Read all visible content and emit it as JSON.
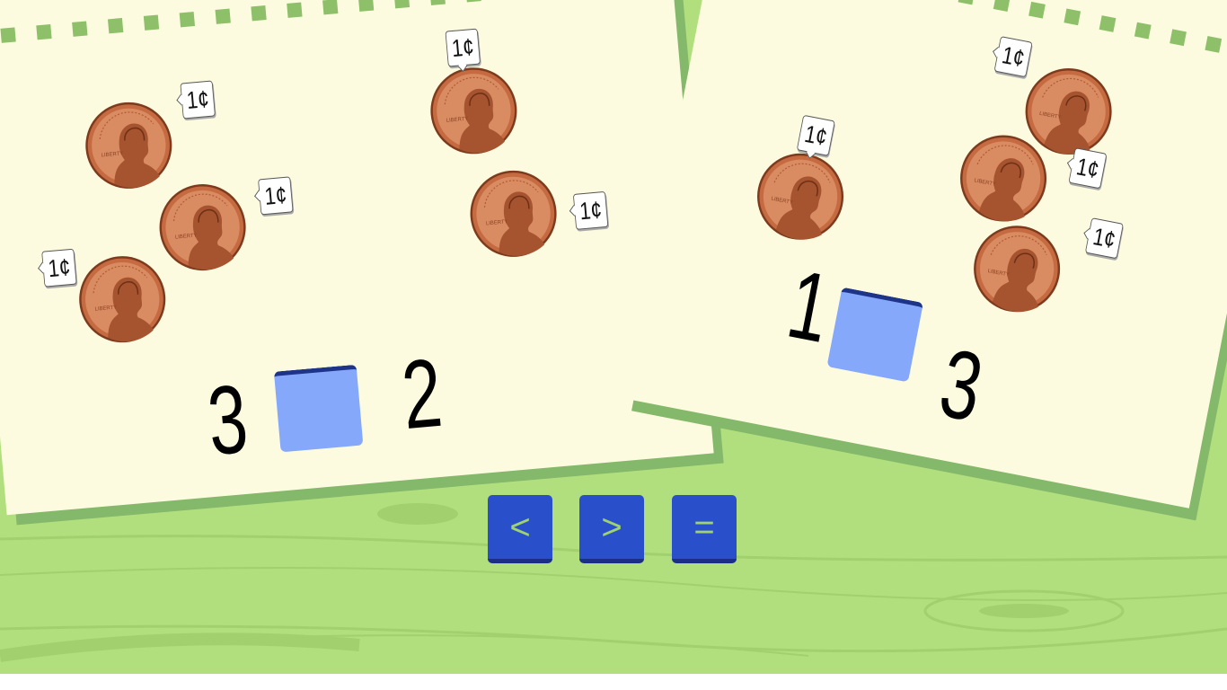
{
  "left_problem": {
    "left_number": "3",
    "right_number": "2",
    "coins": [
      {
        "label": "1¢"
      },
      {
        "label": "1¢"
      },
      {
        "label": "1¢"
      },
      {
        "label": "1¢"
      },
      {
        "label": "1¢"
      }
    ]
  },
  "right_problem": {
    "left_number": "1",
    "right_number": "3",
    "coins": [
      {
        "label": "1¢"
      },
      {
        "label": "1¢"
      },
      {
        "label": "1¢"
      },
      {
        "label": "1¢"
      }
    ]
  },
  "buttons": {
    "less_than": "<",
    "greater_than": ">",
    "equal": "="
  },
  "colors": {
    "background": "#b2df7e",
    "card": "#fdfbdf",
    "card_shadow": "#84b86a",
    "answer_slot": "#85a8fb",
    "button": "#2a4fca",
    "button_text": "#9ed36f"
  },
  "coin_icon": "penny-icon"
}
